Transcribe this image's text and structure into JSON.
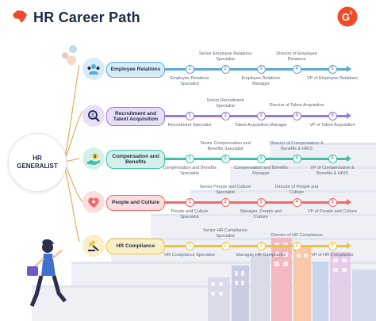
{
  "header": {
    "title": "HR Career Path"
  },
  "colors": {
    "employee": "#5aa9d6",
    "recruit": "#9a7bd3",
    "comp": "#3ec0a7",
    "people": "#ef6a6a",
    "compliance": "#f2c23a",
    "brand": "#ef4b2a",
    "dark": "#1f2a44"
  },
  "generalist": {
    "line1": "HR",
    "line2": "GENERALIST"
  },
  "tracks": [
    {
      "key": "employee",
      "name": "Employee Relations",
      "icon": "people-group-icon",
      "nodes": [
        "1",
        "2",
        "3",
        "4",
        "5"
      ],
      "labels_top": [
        "Senior Employee Relations Specialist",
        "Director of Employee Relations"
      ],
      "labels_bottom": [
        "Employee Relations Specialist",
        "Employee Relations Manager",
        "VP of Employee Relations"
      ]
    },
    {
      "key": "recruit",
      "name": "Recruitment and Talent Acquisition",
      "icon": "magnifier-person-icon",
      "nodes": [
        "1",
        "2",
        "3",
        "4",
        "5"
      ],
      "labels_top": [
        "Senior Recruitment Specialist",
        "Director of Talent Acquisition"
      ],
      "labels_bottom": [
        "Recruitment Specialist",
        "Talent Acquisition Manager",
        "VP of Talent Acquisition"
      ]
    },
    {
      "key": "comp",
      "name": "Compensation and Benefits",
      "icon": "hand-coin-icon",
      "nodes": [
        "1",
        "2",
        "3",
        "4",
        "5"
      ],
      "labels_top": [
        "Senior Compensation and Benefits Specialist",
        "Director of Compensation & Benefits & HRIS"
      ],
      "labels_bottom": [
        "Compensation and Benefits Specialist",
        "Compensation and Benefits Manager",
        "VP of Compensation & Benefits & HRIS"
      ]
    },
    {
      "key": "people",
      "name": "People and Culture",
      "icon": "heart-people-icon",
      "nodes": [
        "1",
        "2",
        "3",
        "4",
        "5"
      ],
      "labels_top": [
        "Senior People and Culture Specialist",
        "Director of People and Culture"
      ],
      "labels_bottom": [
        "People and Culture Specialist",
        "Manager, People and Culture",
        "VP of People and Culture"
      ]
    },
    {
      "key": "compliance",
      "name": "HR Compliance",
      "icon": "gavel-icon",
      "nodes": [
        "1",
        "2",
        "3",
        "4",
        "5"
      ],
      "labels_top": [
        "Senior HR Compliance Specialist",
        "Director of HR Compliance"
      ],
      "labels_bottom": [
        "HR Compliance Specialist",
        "Manager, HR Compliance",
        "VP of HR Compliance"
      ]
    }
  ]
}
